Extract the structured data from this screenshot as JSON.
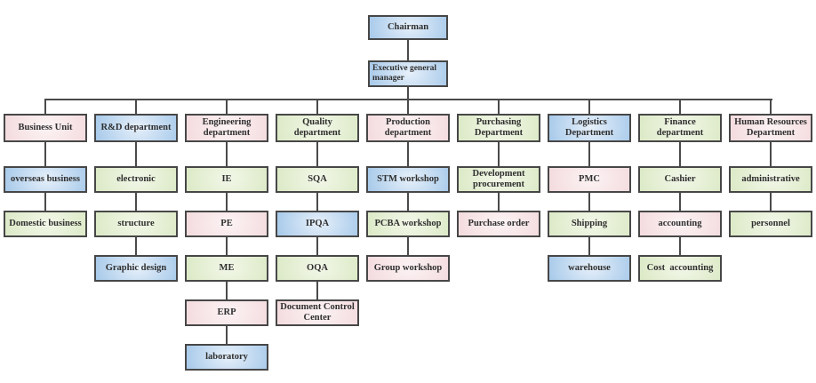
{
  "colors": {
    "blue_edge": "#a5c8e9",
    "blue_center": "#e6f0fa",
    "green_edge": "#dbe9c5",
    "green_center": "#f2f7e8",
    "pink_edge": "#f3dadd",
    "pink_center": "#fcf3f4",
    "border": "#474747",
    "line": "#4a4a4a",
    "text": "#2f2f2f"
  },
  "root": {
    "label": "Chairman",
    "color": "blue"
  },
  "executive": {
    "label": "Executive general manager",
    "color": "blue"
  },
  "columns": [
    {
      "department": {
        "label": "Business Unit",
        "color": "pink"
      },
      "children": [
        {
          "label": "overseas business",
          "color": "blue"
        },
        {
          "label": "Domestic business",
          "color": "green"
        }
      ]
    },
    {
      "department": {
        "label": "R&D department",
        "color": "blue"
      },
      "children": [
        {
          "label": "electronic",
          "color": "green"
        },
        {
          "label": "structure",
          "color": "green"
        },
        {
          "label": "Graphic design",
          "color": "blue"
        }
      ]
    },
    {
      "department": {
        "label": "Engineering department",
        "color": "pink"
      },
      "children": [
        {
          "label": "IE",
          "color": "green"
        },
        {
          "label": "PE",
          "color": "pink"
        },
        {
          "label": "ME",
          "color": "green"
        },
        {
          "label": "ERP",
          "color": "pink"
        },
        {
          "label": "laboratory",
          "color": "blue"
        }
      ]
    },
    {
      "department": {
        "label": "Quality department",
        "color": "green"
      },
      "children": [
        {
          "label": "SQA",
          "color": "green"
        },
        {
          "label": "IPQA",
          "color": "blue"
        },
        {
          "label": "OQA",
          "color": "green"
        },
        {
          "label": "Document Control Center",
          "color": "pink"
        }
      ]
    },
    {
      "department": {
        "label": "Production department",
        "color": "pink"
      },
      "children": [
        {
          "label": "STM workshop",
          "color": "blue"
        },
        {
          "label": "PCBA workshop",
          "color": "green"
        },
        {
          "label": "Group workshop",
          "color": "pink"
        }
      ]
    },
    {
      "department": {
        "label": "Purchasing Department",
        "color": "green"
      },
      "children": [
        {
          "label": "Development procurement",
          "color": "green"
        },
        {
          "label": "Purchase order",
          "color": "pink"
        }
      ]
    },
    {
      "department": {
        "label": "Logistics Department",
        "color": "blue"
      },
      "children": [
        {
          "label": "PMC",
          "color": "pink"
        },
        {
          "label": "Shipping",
          "color": "green"
        },
        {
          "label": "warehouse",
          "color": "blue"
        }
      ]
    },
    {
      "department": {
        "label": "Finance department",
        "color": "green"
      },
      "children": [
        {
          "label": "Cashier",
          "color": "green"
        },
        {
          "label": "accounting",
          "color": "pink"
        },
        {
          "label": "Cost  accounting",
          "color": "green"
        }
      ]
    },
    {
      "department": {
        "label": "Human Resources Department",
        "color": "pink"
      },
      "children": [
        {
          "label": "administrative",
          "color": "green"
        },
        {
          "label": "personnel",
          "color": "green"
        }
      ]
    }
  ]
}
